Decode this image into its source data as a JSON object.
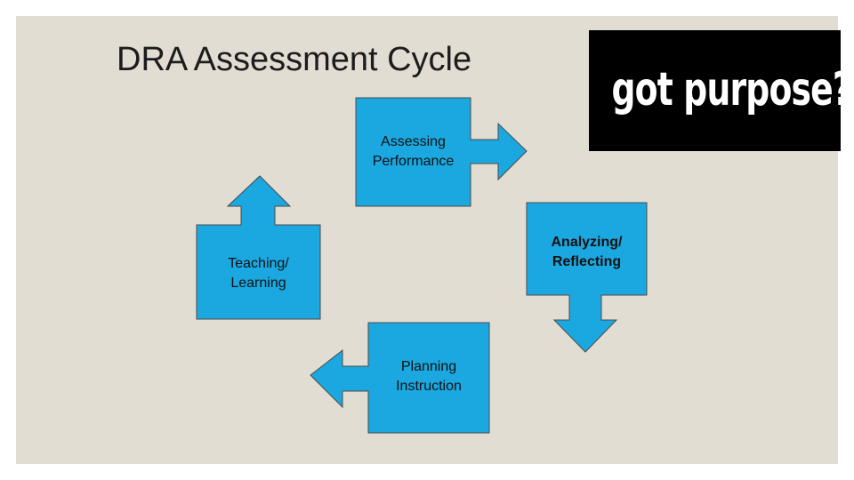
{
  "slide": {
    "title": "DRA Assessment Cycle",
    "logo_text": "got purpose?"
  },
  "diagram": {
    "fill_color": "#1ba8e0",
    "stroke_color": "#4a4a4a",
    "nodes": {
      "assessing": "Assessing\nPerformance",
      "analyzing": "Analyzing/\nReflecting",
      "planning": "Planning\nInstruction",
      "teaching": "Teaching/\nLearning"
    }
  }
}
